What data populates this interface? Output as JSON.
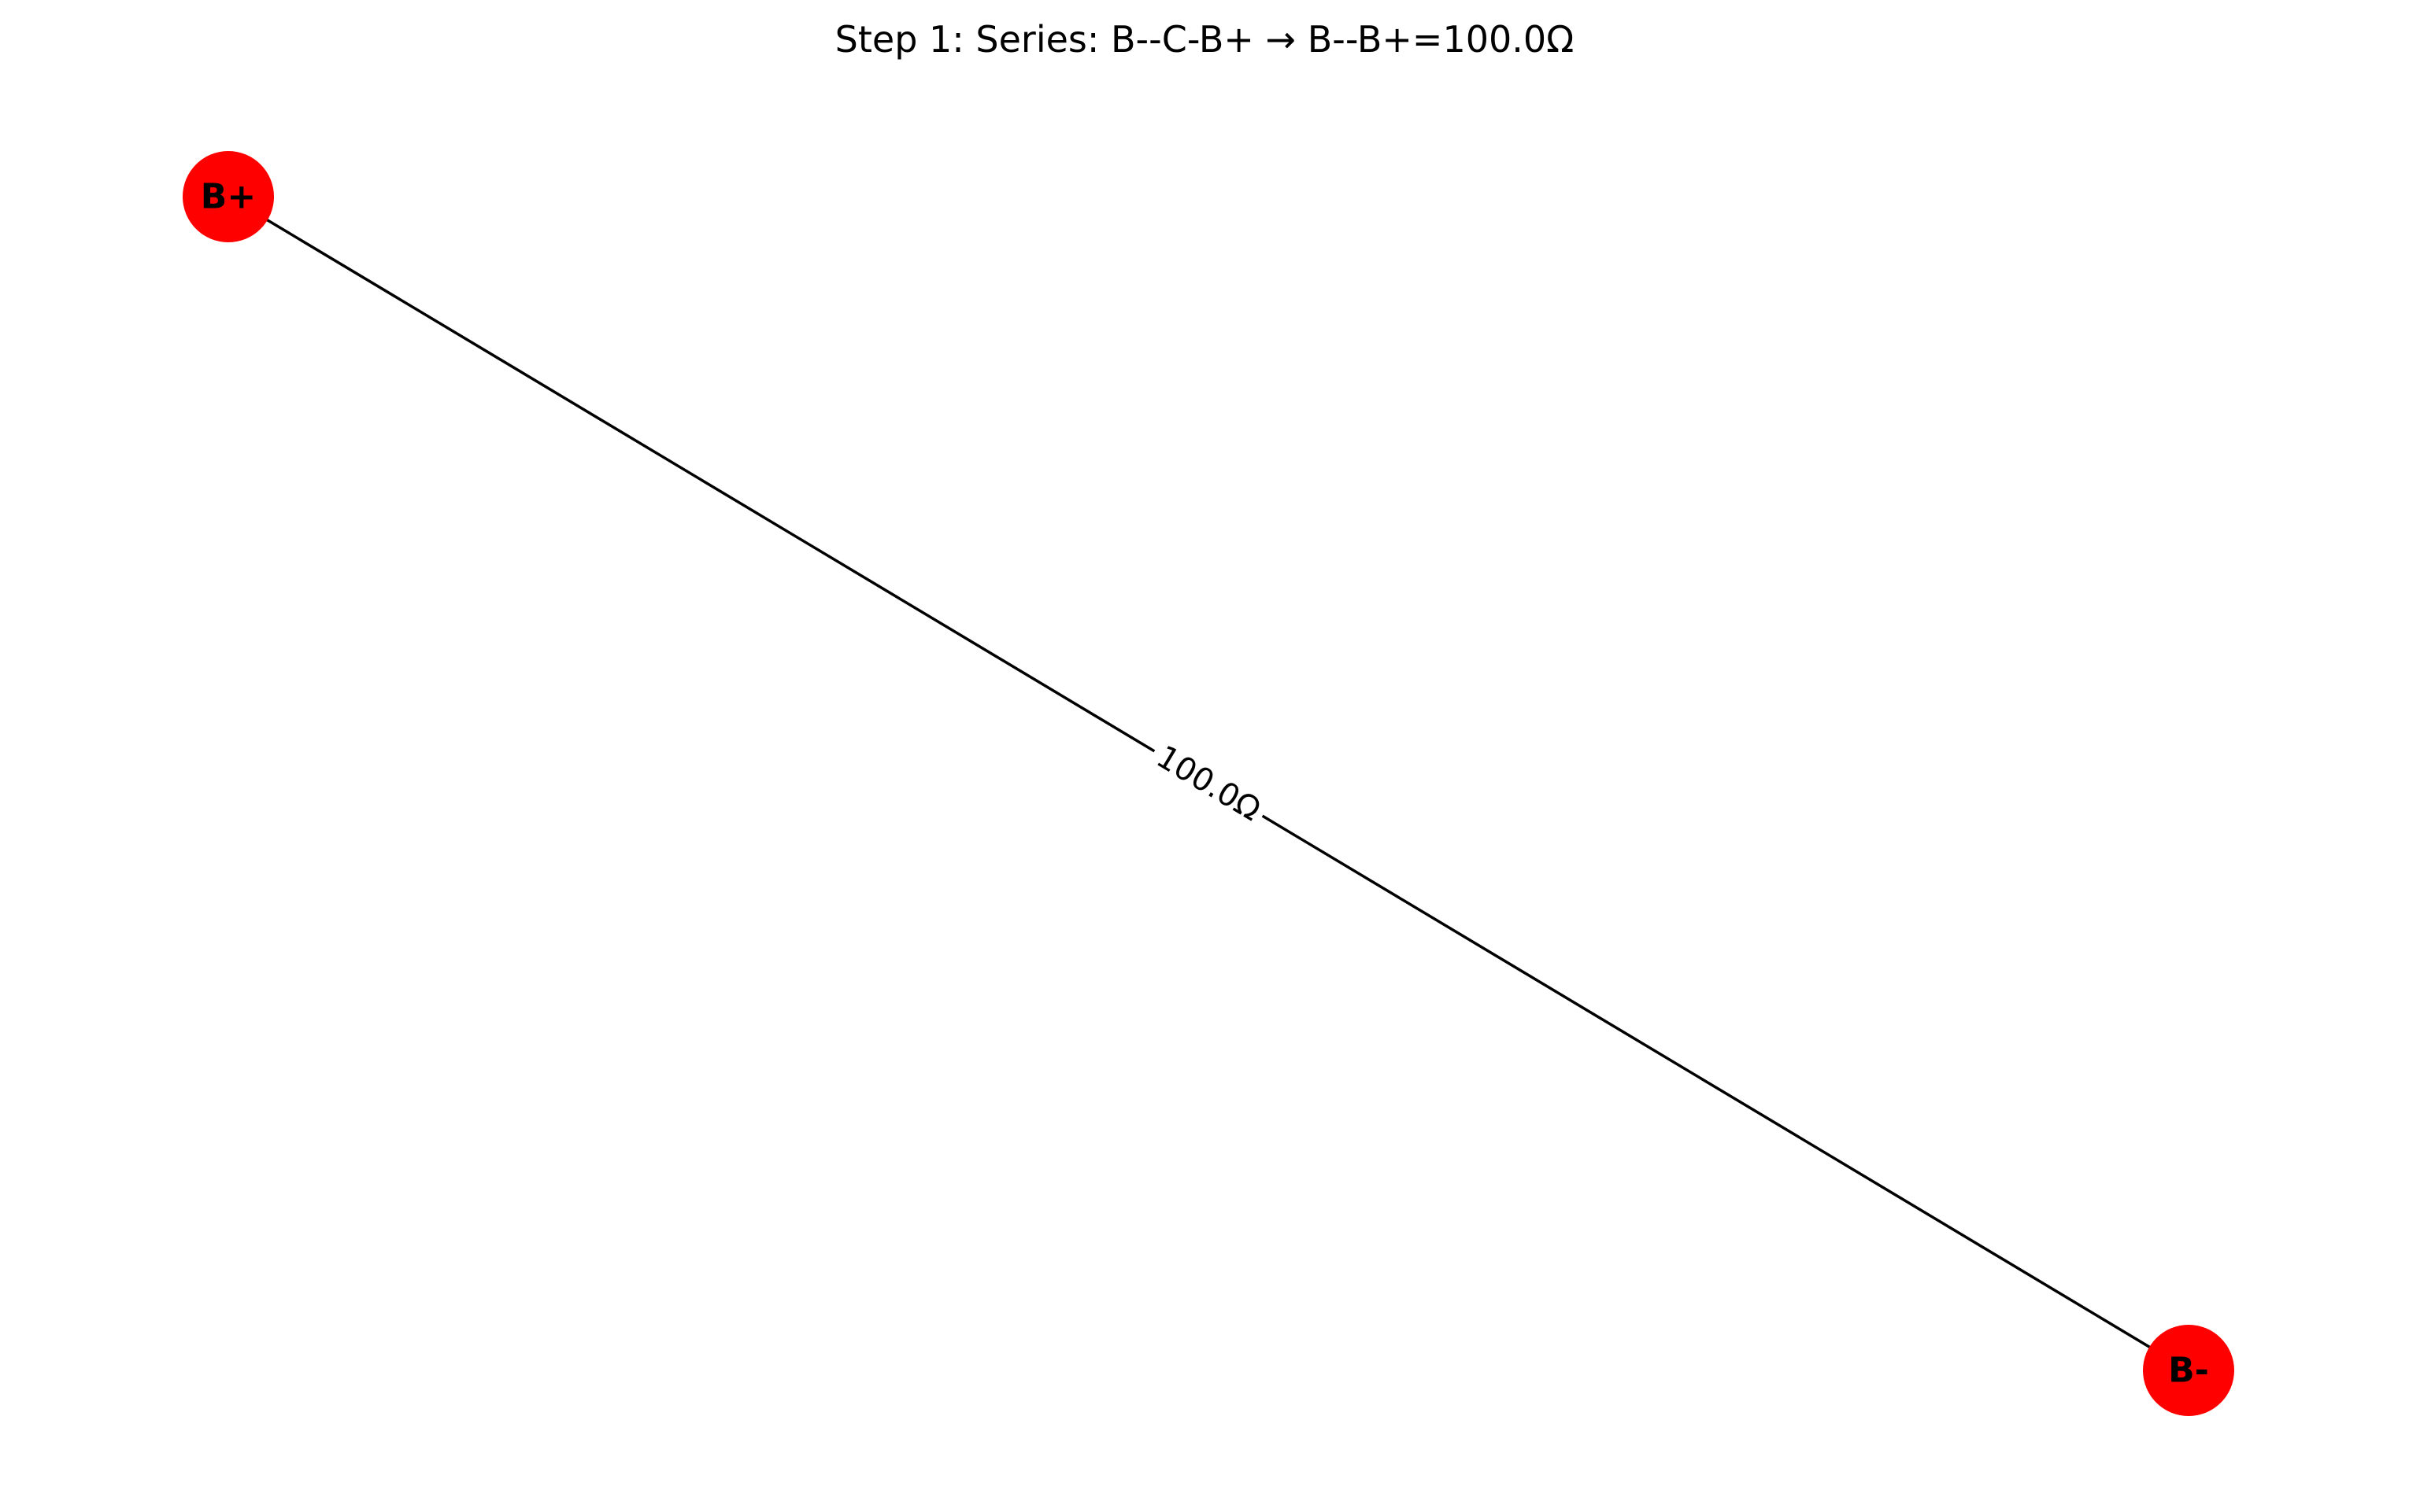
{
  "title": "Step 1: Series: B--C-B+ → B--B+=100.0Ω",
  "colors": {
    "node_fill": "#ff0000",
    "edge_stroke": "#000000",
    "background": "#ffffff"
  },
  "nodes": [
    {
      "id": "B+",
      "label": "B+"
    },
    {
      "id": "B-",
      "label": "B-"
    }
  ],
  "edges": [
    {
      "from": "B+",
      "to": "B-",
      "label": "100.0Ω"
    }
  ]
}
